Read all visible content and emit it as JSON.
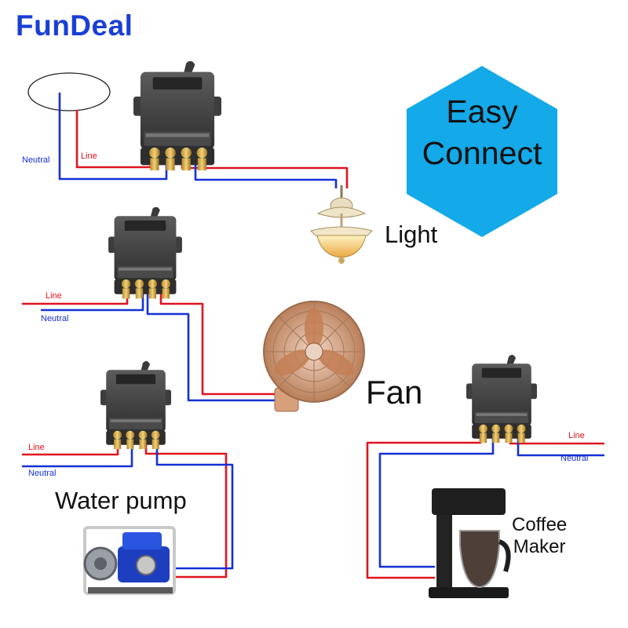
{
  "brand": {
    "name": "FunDeal",
    "color": "#1a3fd6"
  },
  "badge": {
    "line1": "Easy",
    "line2": "Connect",
    "fill": "#14a9e8"
  },
  "wires": {
    "line_color": "#e0141e",
    "neutral_color": "#1530d6"
  },
  "wire_labels": {
    "top_neutral": "Neutral",
    "top_line": "Line",
    "fan_line": "Line",
    "fan_neutral": "Neutral",
    "pump_line": "Line",
    "pump_neutral": "Neutral",
    "coffee_line": "Line",
    "coffee_neutral": "Neutral"
  },
  "devices": {
    "light": "Light",
    "fan": "Fan",
    "pump": "Water pump",
    "coffee_line1": "Coffee",
    "coffee_line2": "Maker"
  }
}
